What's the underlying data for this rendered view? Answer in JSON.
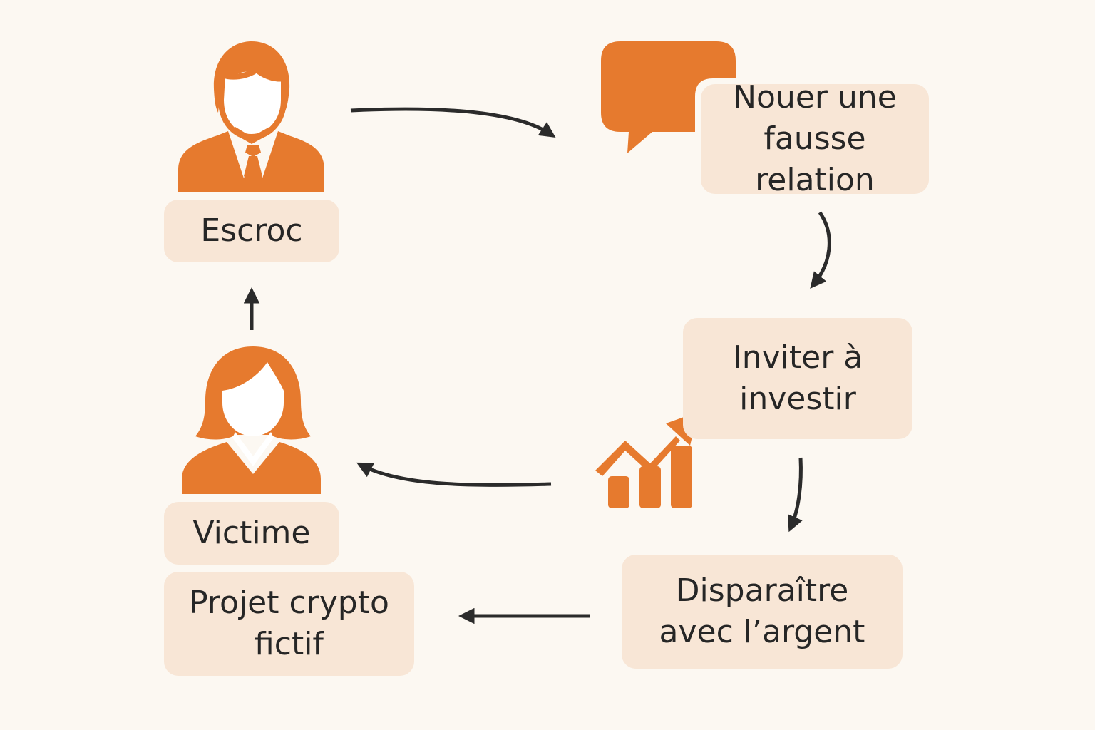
{
  "diagram": {
    "nodes": {
      "escroc": {
        "label": "Escroc",
        "icon": "man-with-tie-icon"
      },
      "relation": {
        "lines": [
          "Nouer une",
          "fausse relation"
        ],
        "icon": "speech-bubble-icon"
      },
      "investir": {
        "lines": [
          "Inviter à",
          "investir"
        ],
        "icon": "growth-chart-icon"
      },
      "disparaitre": {
        "lines": [
          "Disparaître",
          "avec l’argent"
        ]
      },
      "victime": {
        "label": "Victime",
        "icon": "woman-icon"
      },
      "projet": {
        "lines": [
          "Projet crypto",
          "fictif"
        ]
      }
    },
    "edges": [
      {
        "from": "escroc",
        "to": "relation"
      },
      {
        "from": "relation",
        "to": "investir"
      },
      {
        "from": "investir",
        "to": "disparaitre"
      },
      {
        "from": "disparaitre",
        "to": "projet"
      },
      {
        "from": "investir",
        "to": "victime"
      },
      {
        "from": "victime",
        "to": "escroc"
      }
    ]
  },
  "colors": {
    "background": "#fcf8f2",
    "accent": "#e67a2e",
    "box": "#f8e6d6",
    "text": "#262626",
    "arrow": "#2b2b2b"
  }
}
